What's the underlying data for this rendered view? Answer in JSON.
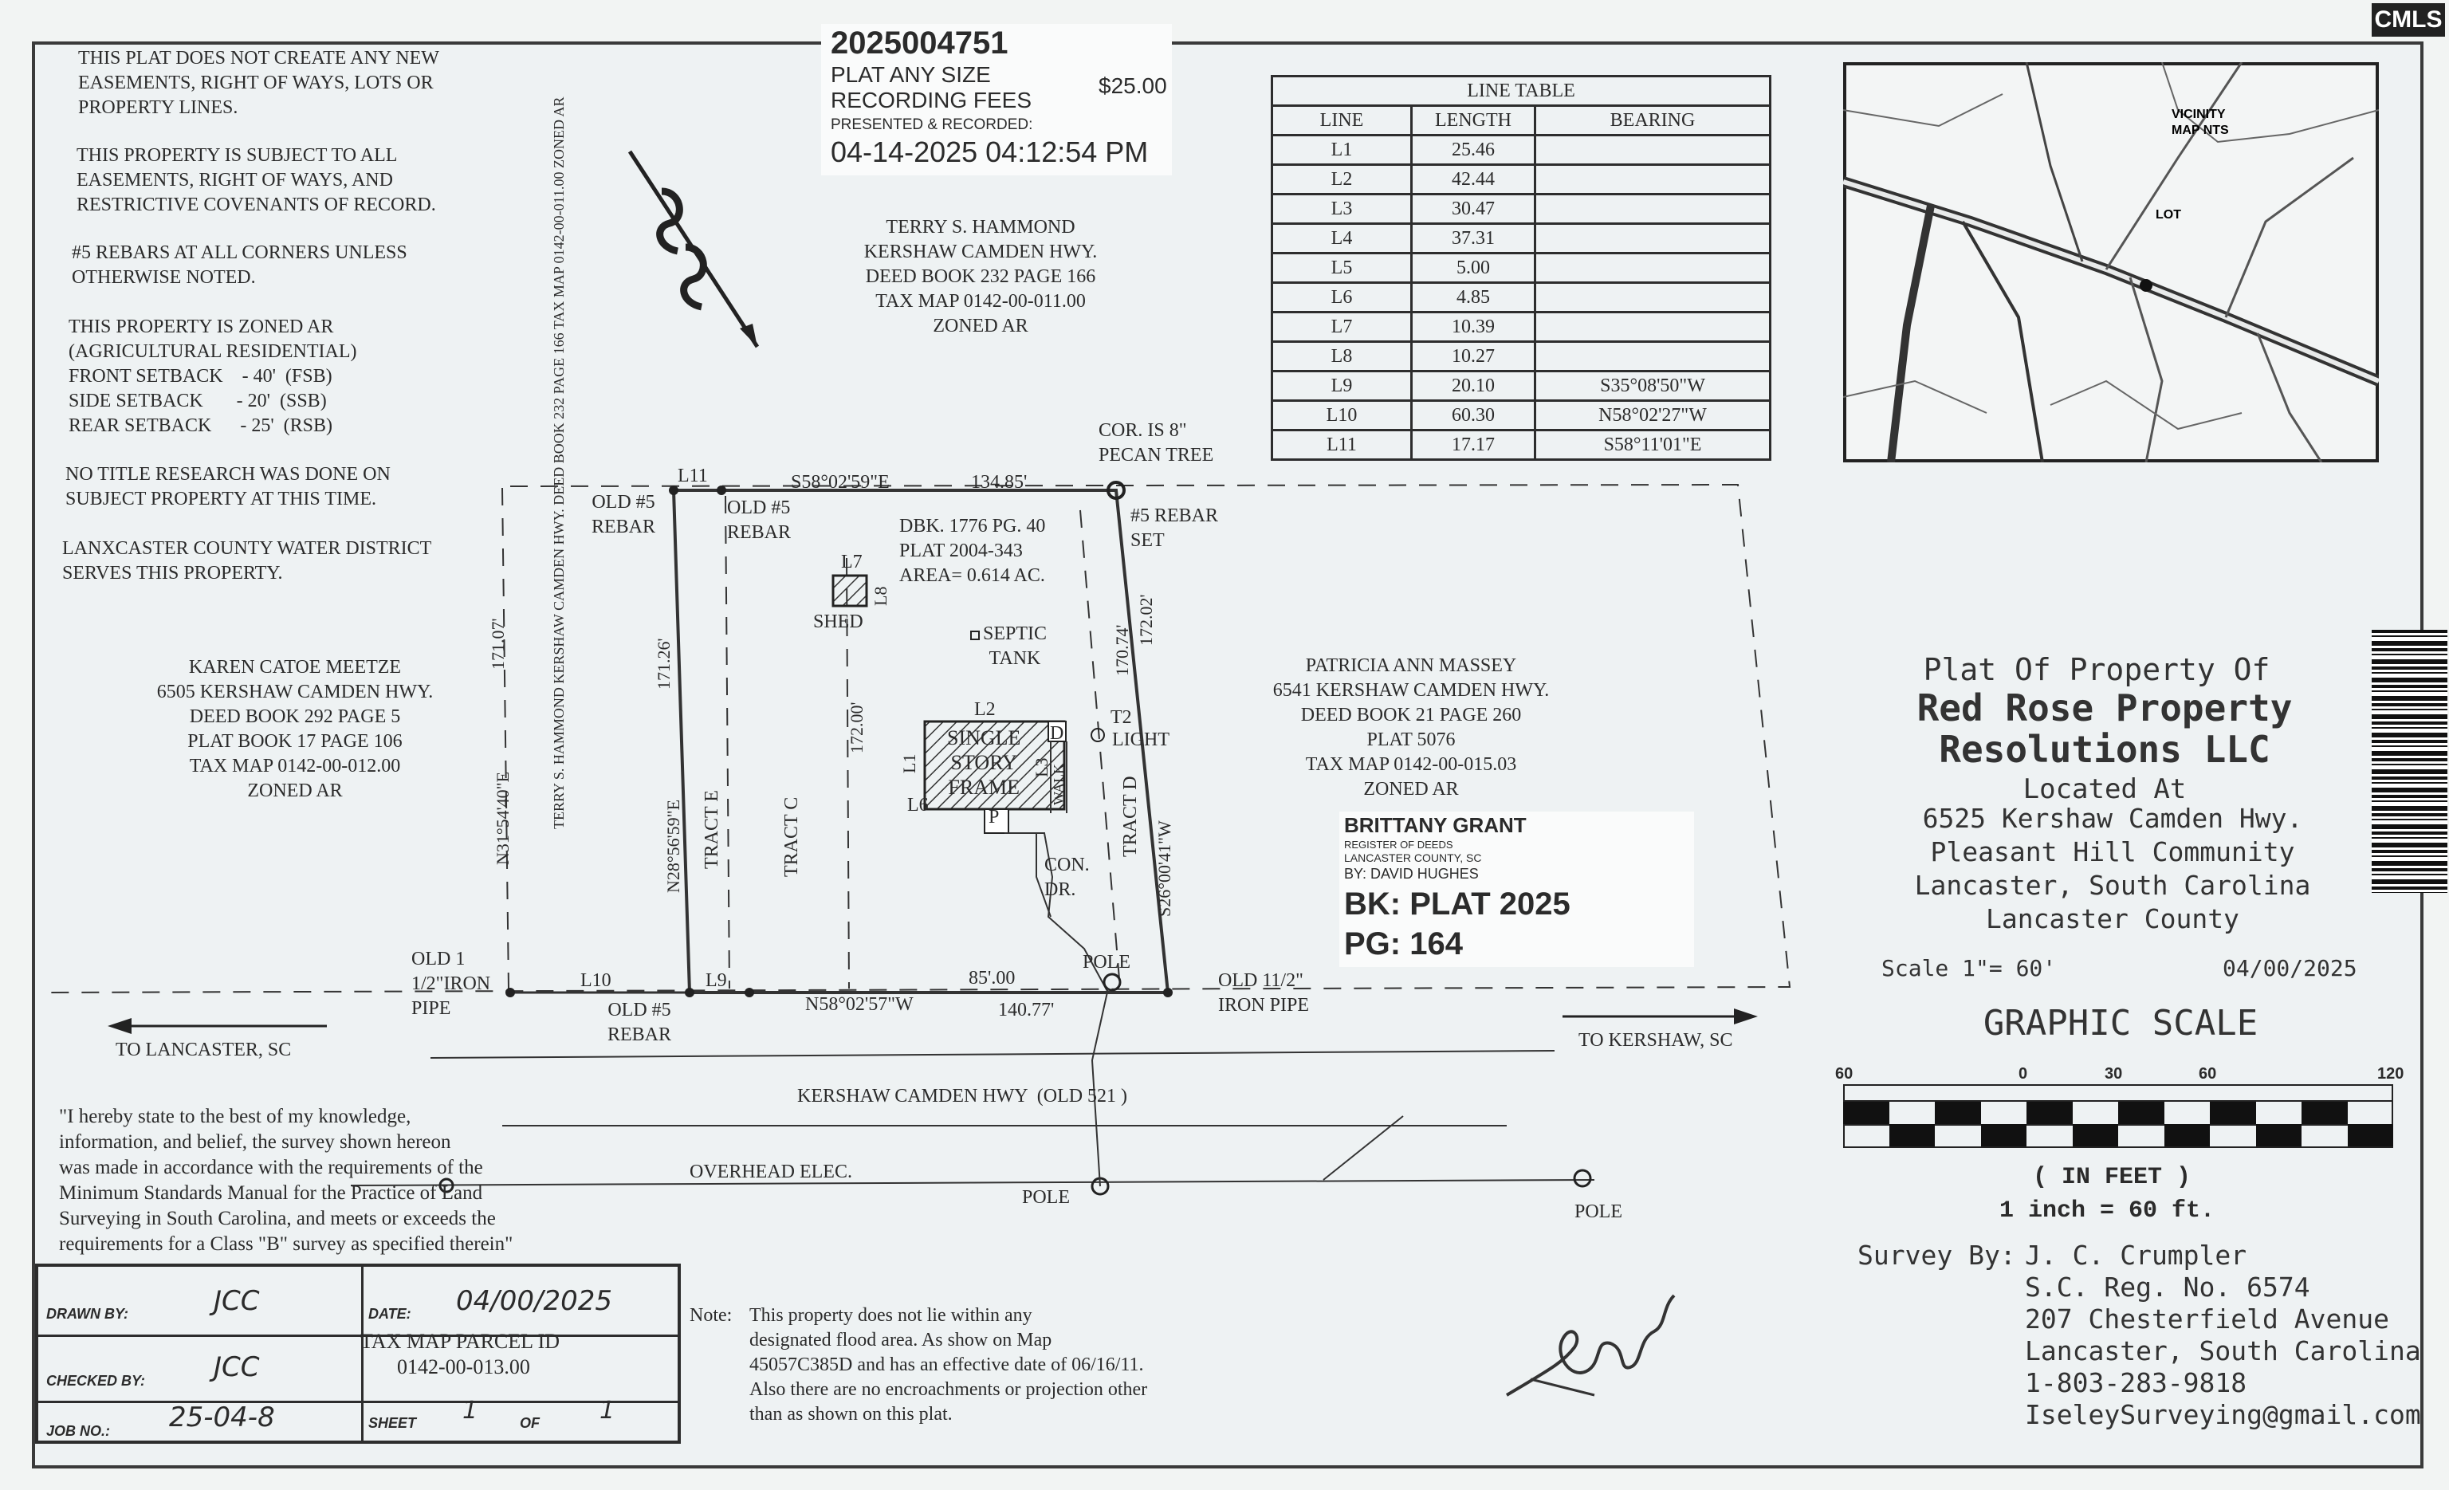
{
  "corner_logo": "CMLS",
  "general_notes": {
    "n1": "THIS PLAT DOES NOT CREATE ANY NEW\nEASEMENTS, RIGHT OF WAYS, LOTS OR\nPROPERTY LINES.",
    "n2": "THIS PROPERTY IS SUBJECT TO ALL\nEASEMENTS, RIGHT OF WAYS, AND\nRESTRICTIVE COVENANTS OF RECORD.",
    "n3": "#5 REBARS AT ALL CORNERS UNLESS\nOTHERWISE NOTED.",
    "n4": "THIS PROPERTY IS ZONED AR\n(AGRICULTURAL RESIDENTIAL)\nFRONT SETBACK    - 40'  (FSB)\nSIDE SETBACK       - 20'  (SSB)\nREAR SETBACK      - 25'  (RSB)",
    "n5": "NO TITLE RESEARCH WAS DONE ON\nSUBJECT PROPERTY AT THIS TIME.",
    "n6": "LANXCASTER COUNTY WATER DISTRICT\nSERVES THIS PROPERTY."
  },
  "recording_stamp": {
    "number": "2025004751",
    "line1": "PLAT ANY SIZE",
    "line2": "RECORDING FEES",
    "fee": "$25.00",
    "line3": "PRESENTED & RECORDED:",
    "datetime": "04-14-2025 04:12:54 PM"
  },
  "adjoiners": {
    "north": "TERRY S. HAMMOND\nKERSHAW CAMDEN HWY.\nDEED BOOK 232 PAGE 166\nTAX MAP 0142-00-011.00\nZONED AR",
    "west": "KAREN CATOE MEETZE\n6505 KERSHAW CAMDEN HWY.\nDEED BOOK 292 PAGE 5\nPLAT BOOK 17 PAGE 106\nTAX MAP 0142-00-012.00\nZONED AR",
    "east": "PATRICIA ANN MASSEY\n6541 KERSHAW CAMDEN HWY.\nDEED BOOK 21 PAGE 260\nPLAT 5076\nTAX MAP 0142-00-015.03\nZONED AR",
    "rotated": "TERRY S. HAMMOND\nKERSHAW CAMDEN HWY.\nDEED BOOK 232 PAGE 166\nTAX MAP 0142-00-011.00\nZONED AR"
  },
  "line_table": {
    "title": "LINE TABLE",
    "headers": [
      "LINE",
      "LENGTH",
      "BEARING"
    ],
    "rows": [
      [
        "L1",
        "25.46",
        ""
      ],
      [
        "L2",
        "42.44",
        ""
      ],
      [
        "L3",
        "30.47",
        ""
      ],
      [
        "L4",
        "37.31",
        ""
      ],
      [
        "L5",
        "5.00",
        ""
      ],
      [
        "L6",
        "4.85",
        ""
      ],
      [
        "L7",
        "10.39",
        ""
      ],
      [
        "L8",
        "10.27",
        ""
      ],
      [
        "L9",
        "20.10",
        "S35°08'50\"W"
      ],
      [
        "L10",
        "60.30",
        "N58°02'27\"W"
      ],
      [
        "L11",
        "17.17",
        "S58°11'01\"E"
      ]
    ]
  },
  "vicinity_map": {
    "title": "VICINITY\nMAP NTS",
    "lot": "LOT"
  },
  "plat_labels": {
    "cor": "COR. IS 8\"\nPECAN TREE",
    "l11": "L11",
    "top_bearing": "S58°02'59\"E",
    "top_dist": "134.85'",
    "old5_a": "OLD #5\nREBAR",
    "old5_b": "OLD #5\nREBAR",
    "rebar_set": "#5 REBAR\nSET",
    "deed_ref": "DBK. 1776 PG. 40\nPLAT 2004-343\nAREA= 0.614 AC.",
    "l7": "L7",
    "l8": "L8",
    "shed": "SHED",
    "septic": "SEPTIC\nTANK",
    "l2": "L2",
    "l1": "L1",
    "l3": "L3",
    "l6": "L6",
    "d": "D",
    "p": "P",
    "house": "SINGLE\nSTORY\nFRAME",
    "walk": "WALK",
    "t2": "T2",
    "light": "LIGHT",
    "con_dr": "CON.\nDR.",
    "tract_e": "TRACT E",
    "tract_c": "TRACT C",
    "tract_d": "TRACT D",
    "d171_07": "171.07'",
    "d171_26": "171.26'",
    "d172_00": "172.00'",
    "d170_74": "170.74'",
    "d172_02": "172.02'",
    "west_bearing": "N31°54'40\"E",
    "lot_west_bearing": "N28°56'59\"E",
    "east_bearing": "S26°00'41\"W",
    "old_iron_w": "OLD 1\n1/2\"IRON\nPIPE",
    "l10": "L10",
    "l9": "L9",
    "old5_c": "OLD #5\nREBAR",
    "bottom_bearing": "N58°02'57\"W",
    "d85": "85'.00",
    "d140": "140.77'",
    "pole1": "POLE",
    "old_iron_e": "OLD 11/2\"\nIRON PIPE",
    "to_lancaster": "TO LANCASTER, SC",
    "to_kershaw": "TO KERSHAW, SC",
    "hwy": "KERSHAW CAMDEN HWY  (OLD 521 )",
    "overhead": "OVERHEAD ELEC.",
    "pole2": "POLE",
    "pole3": "POLE"
  },
  "register_stamp": {
    "name": "BRITTANY GRANT",
    "title": "REGISTER OF DEEDS",
    "county": "LANCASTER COUNTY, SC",
    "by": "BY: DAVID HUGHES",
    "bk": "BK: PLAT 2025",
    "pg": "PG: 164"
  },
  "title_block": {
    "l1": "Plat Of Property Of",
    "l2": "Red Rose Property\nResolutions LLC",
    "l3": "Located At",
    "l4": "6525 Kershaw Camden Hwy.\nPleasant Hill Community\nLancaster, South Carolina\nLancaster County",
    "scale": "Scale 1\"= 60'",
    "date": "04/00/2025",
    "graphic_scale": "GRAPHIC SCALE",
    "ticks": [
      "60",
      "0",
      "30",
      "60",
      "120"
    ],
    "in_feet": "( IN FEET )",
    "inch_eq": "1 inch =  60  ft.",
    "survey_by_label": "Survey By:",
    "surveyor": "J. C. Crumpler\nS.C. Reg. No. 6574\n207 Chesterfield Avenue\nLancaster, South Carolina\n1-803-283-9818\nIseleySurveying@gmail.com"
  },
  "certification": "\"I hereby state to the best of my knowledge,\ninformation, and belief, the survey shown hereon\nwas made in accordance with the requirements of the\nMinimum Standards Manual for the Practice of Land\nSurveying in South Carolina, and meets or exceeds the\nrequirements for a Class \"B\" survey as specified therein\"",
  "drawing_block": {
    "drawn_by_label": "DRAWN BY:",
    "drawn_by": "JCC",
    "date_label": "DATE:",
    "date": "04/00/2025",
    "tax_label": "TAX MAP PARCEL ID",
    "tax_id": "0142-00-013.00",
    "checked_label": "CHECKED BY:",
    "checked_by": "JCC",
    "job_label": "JOB NO.:",
    "job_no": "25-04-8",
    "sheet_label": "SHEET",
    "sheet": "1",
    "of_label": "OF",
    "of": "1"
  },
  "flood_note": {
    "label": "Note:",
    "text": "This property does not lie within any\ndesignated flood area. As show on Map\n45057C385D and has an effective date of 06/16/11.\nAlso there are no encroachments or projection other\nthan as shown on this plat."
  }
}
